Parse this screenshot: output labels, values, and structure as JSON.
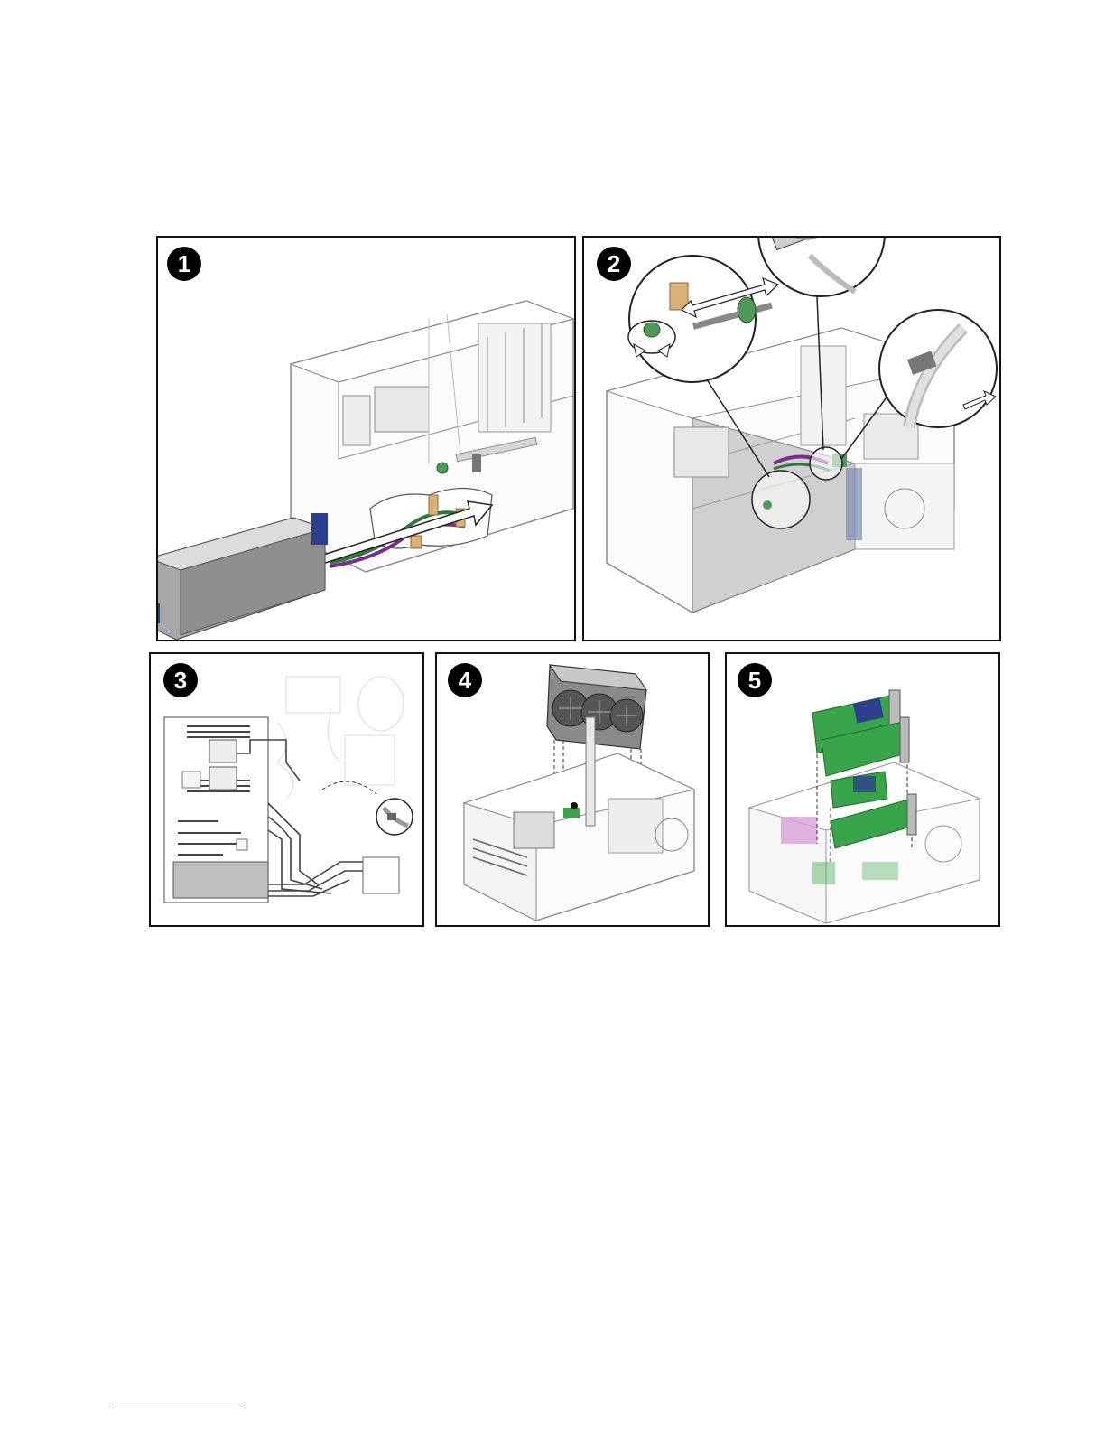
{
  "steps": [
    {
      "number": "1"
    },
    {
      "number": "2"
    },
    {
      "number": "3"
    },
    {
      "number": "4"
    },
    {
      "number": "5"
    }
  ],
  "colors": {
    "outline": "#111111",
    "chassis_line": "#8a8a8a",
    "psu_gray": "#9a9a9a",
    "psu_blue": "#2b3f8c",
    "cable_green": "#2f7a3a",
    "cable_purple": "#7a2d8c",
    "connector_tan": "#d9b27a",
    "screw_green": "#4f9a5a",
    "card_green": "#39a54a",
    "accent_pink": "#d9a0d9",
    "fan_dark": "#555555"
  },
  "icons": [
    "arrow-icon",
    "rotate-arrow-icon",
    "double-arrow-icon"
  ]
}
